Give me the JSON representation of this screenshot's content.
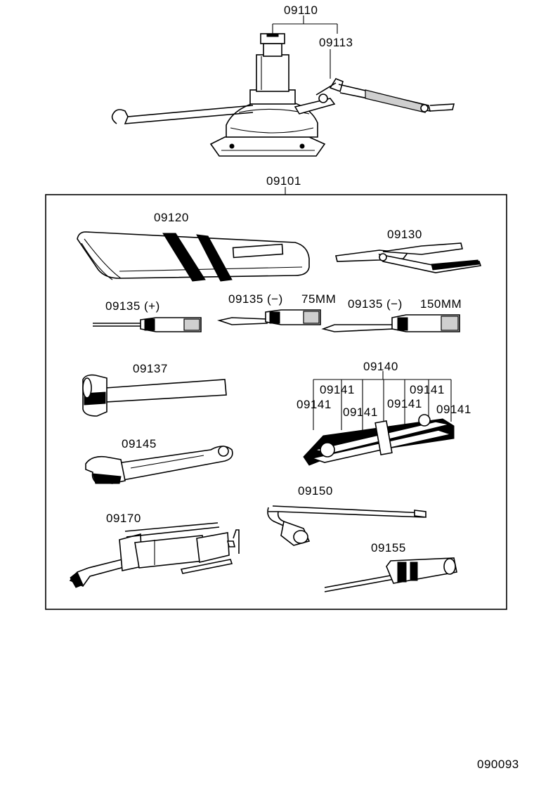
{
  "diagram": {
    "labels": {
      "jack": "09110",
      "jack_handle": "09113",
      "tool_set": "09101",
      "tool_bag": "09120",
      "pliers": "09130",
      "screwdriver_plus": "09135 (+)",
      "screwdriver_minus_75": "09135 (−)",
      "size_75": "75MM",
      "screwdriver_minus_150": "09135 (−)",
      "size_150": "150MM",
      "hammer": "09137",
      "wrench_set": "09140",
      "wrench_a": "09141",
      "wrench_b": "09141",
      "wrench_c": "09141",
      "wrench_d": "09141",
      "wrench_e": "09141",
      "wrench_f": "09141",
      "adjustable_wrench": "09145",
      "wheel_wrench": "09150",
      "plug_wrench": "09155",
      "grease_gun": "09170",
      "figure_number": "090093"
    }
  }
}
